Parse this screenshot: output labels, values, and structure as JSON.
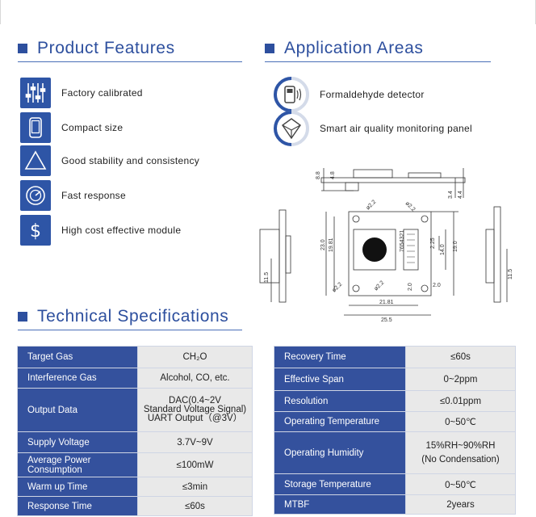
{
  "product_features": {
    "title": "Product Features",
    "items": [
      {
        "icon": "sliders-icon",
        "label": "Factory calibrated"
      },
      {
        "icon": "phone-icon",
        "label": "Compact size"
      },
      {
        "icon": "triangle-icon",
        "label": "Good stability and consistency"
      },
      {
        "icon": "speed-icon",
        "label": "Fast response"
      },
      {
        "icon": "dollar-icon",
        "label": "High cost effective module"
      }
    ]
  },
  "application_areas": {
    "title": "Application Areas",
    "items": [
      {
        "icon": "detector-icon",
        "label": "Formaldehyde detector"
      },
      {
        "icon": "panel-icon",
        "label": "Smart air quality monitoring panel"
      }
    ]
  },
  "drawing": {
    "top_dims": [
      "8.8",
      "4.8",
      "3.4",
      "4.4"
    ],
    "left_dims": [
      "11.5"
    ],
    "front_dims": [
      "ø2.2",
      "ø2.2",
      "ø2.2",
      "ø2.2",
      "23.0",
      "19.81",
      "21.81",
      "25.5",
      "2.0",
      "2.0",
      "7654321",
      "2.25",
      "14.0",
      "19.0"
    ],
    "right_dims": [
      "11.5"
    ]
  },
  "technical_specifications": {
    "title": "Technical Specifications",
    "left_table": [
      {
        "key": "Target Gas",
        "value": "CH₂O"
      },
      {
        "key": "Interference Gas",
        "value": "Alcohol, CO, etc."
      },
      {
        "key": "Output Data",
        "value_lines": [
          "DAC(0.4~2V",
          "Standard Voltage Signal)",
          "UART Output（@3V）"
        ]
      },
      {
        "key": "Supply Voltage",
        "value": "3.7V~9V"
      },
      {
        "key_lines": [
          "Average Power",
          "Consumption"
        ],
        "value": "≤100mW"
      },
      {
        "key": "Warm up Time",
        "value": "≤3min"
      },
      {
        "key": "Response Time",
        "value": "≤60s"
      }
    ],
    "right_table": [
      {
        "key": "Recovery Time",
        "value": "≤60s"
      },
      {
        "key": "Effective Span",
        "value": "0~2ppm"
      },
      {
        "key": "Resolution",
        "value": "≤0.01ppm"
      },
      {
        "key": "Operating Temperature",
        "value": "0~50℃"
      },
      {
        "key": "Operating Humidity",
        "value_lines": [
          "15%RH~90%RH",
          "(No Condensation)"
        ]
      },
      {
        "key": "Storage Temperature",
        "value": "0~50℃"
      },
      {
        "key": "MTBF",
        "value": "2years"
      }
    ]
  },
  "colors": {
    "brand_blue": "#2d4f9e",
    "table_key_bg": "#34519d",
    "table_value_bg": "#e9e9e9"
  }
}
